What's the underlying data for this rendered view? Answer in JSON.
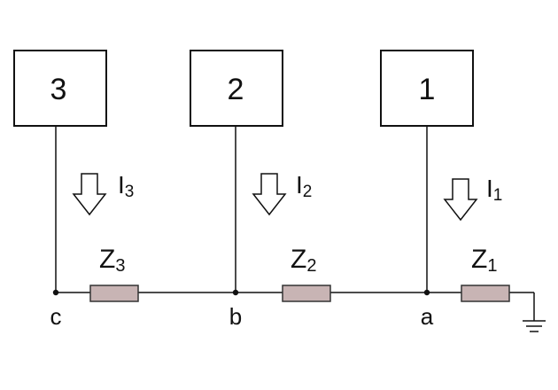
{
  "boxes": [
    {
      "id": "box-3",
      "label": "3"
    },
    {
      "id": "box-2",
      "label": "2"
    },
    {
      "id": "box-1",
      "label": "1"
    }
  ],
  "currents": [
    {
      "main": "I",
      "sub": "3"
    },
    {
      "main": "I",
      "sub": "2"
    },
    {
      "main": "I",
      "sub": "1"
    }
  ],
  "impedances": [
    {
      "main": "Z",
      "sub": "3"
    },
    {
      "main": "Z",
      "sub": "2"
    },
    {
      "main": "Z",
      "sub": "1"
    }
  ],
  "nodes": [
    "c",
    "b",
    "a"
  ],
  "colors": {
    "line": "#111111",
    "resistor_fill": "#c8b4b4",
    "resistor_stroke": "#333333"
  }
}
